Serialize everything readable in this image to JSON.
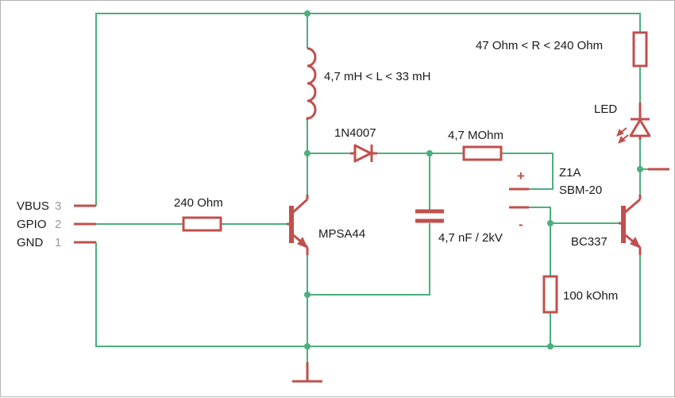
{
  "connector": {
    "pins": [
      {
        "name": "VBUS",
        "number": "3"
      },
      {
        "name": "GPIO",
        "number": "2"
      },
      {
        "name": "GND",
        "number": "1"
      }
    ]
  },
  "components": {
    "r_base": "240 Ohm",
    "q1": "MPSA44",
    "inductor": "4,7 mH < L < 33 mH",
    "diode": "1N4007",
    "capacitor": "4,7 nF / 2kV",
    "r_series": "4,7 MOhm",
    "tube_ref": "Z1A",
    "tube_type": "SBM-20",
    "tube_plus": "+",
    "tube_minus": "-",
    "r_led": "47 Ohm < R < 240 Ohm",
    "led": "LED",
    "q2": "BC337",
    "r_load": "100 kOhm"
  },
  "colors": {
    "wire": "#4caf7d",
    "component": "#c0504d"
  }
}
